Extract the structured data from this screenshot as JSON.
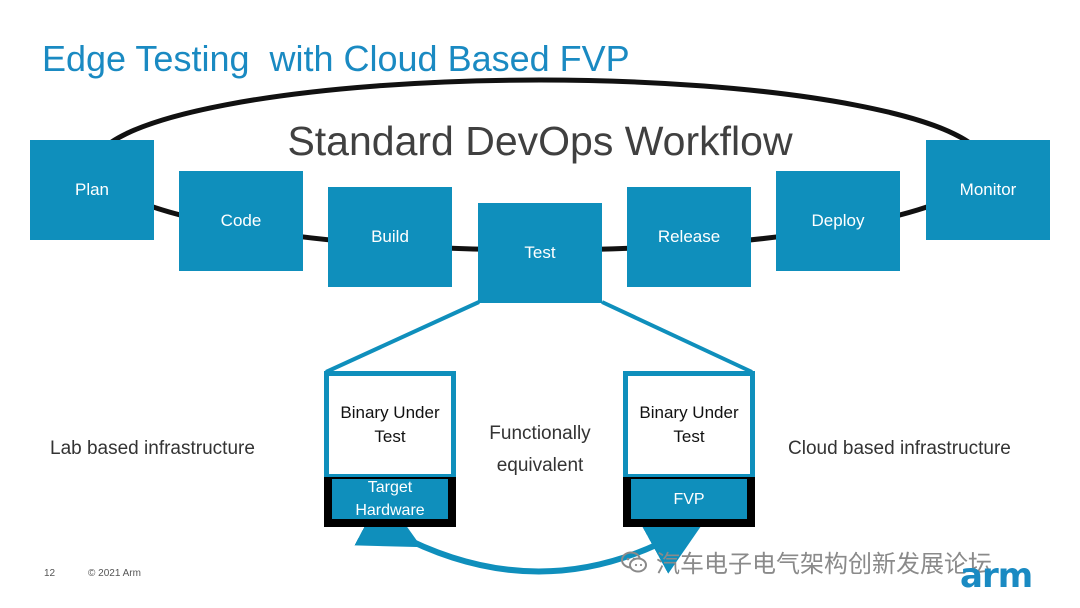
{
  "slide": {
    "title": "Edge Testing  with Cloud Based FVP",
    "workflow_label": "Standard DevOps Workflow",
    "stages": [
      "Plan",
      "Code",
      "Build",
      "Test",
      "Release",
      "Deploy",
      "Monitor"
    ],
    "left_label": "Lab based infrastructure",
    "right_label": "Cloud based infrastructure",
    "middle_label_line1": "Functionally",
    "middle_label_line2": "equivalent",
    "left_env": {
      "top_line1": "Binary Under",
      "top_line2": "Test",
      "bottom_line1": "Target",
      "bottom_line2": "Hardware"
    },
    "right_env": {
      "top_line1": "Binary Under",
      "top_line2": "Test",
      "bottom_label": "FVP"
    },
    "page_number": "12",
    "copyright": "© 2021 Arm",
    "watermark": "汽车电子电气架构创新发展论坛",
    "logo_text": "arm"
  },
  "colors": {
    "accent": "#0f8fbc",
    "title": "#1a8ac2",
    "loop_line": "#111111"
  }
}
